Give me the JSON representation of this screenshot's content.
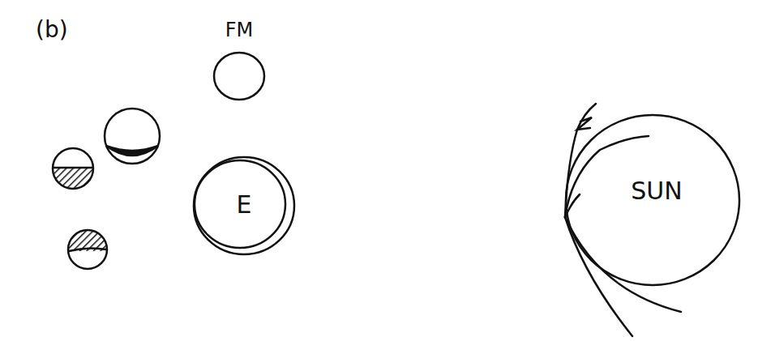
{
  "diagram": {
    "nodes": [
      {
        "text": [
          "FM"
        ]
      },
      {
        "text": [
          "E"
        ]
      },
      {
        "text": [
          "SUN"
        ]
      }
    ],
    "labels": [
      "(b)"
    ]
  }
}
